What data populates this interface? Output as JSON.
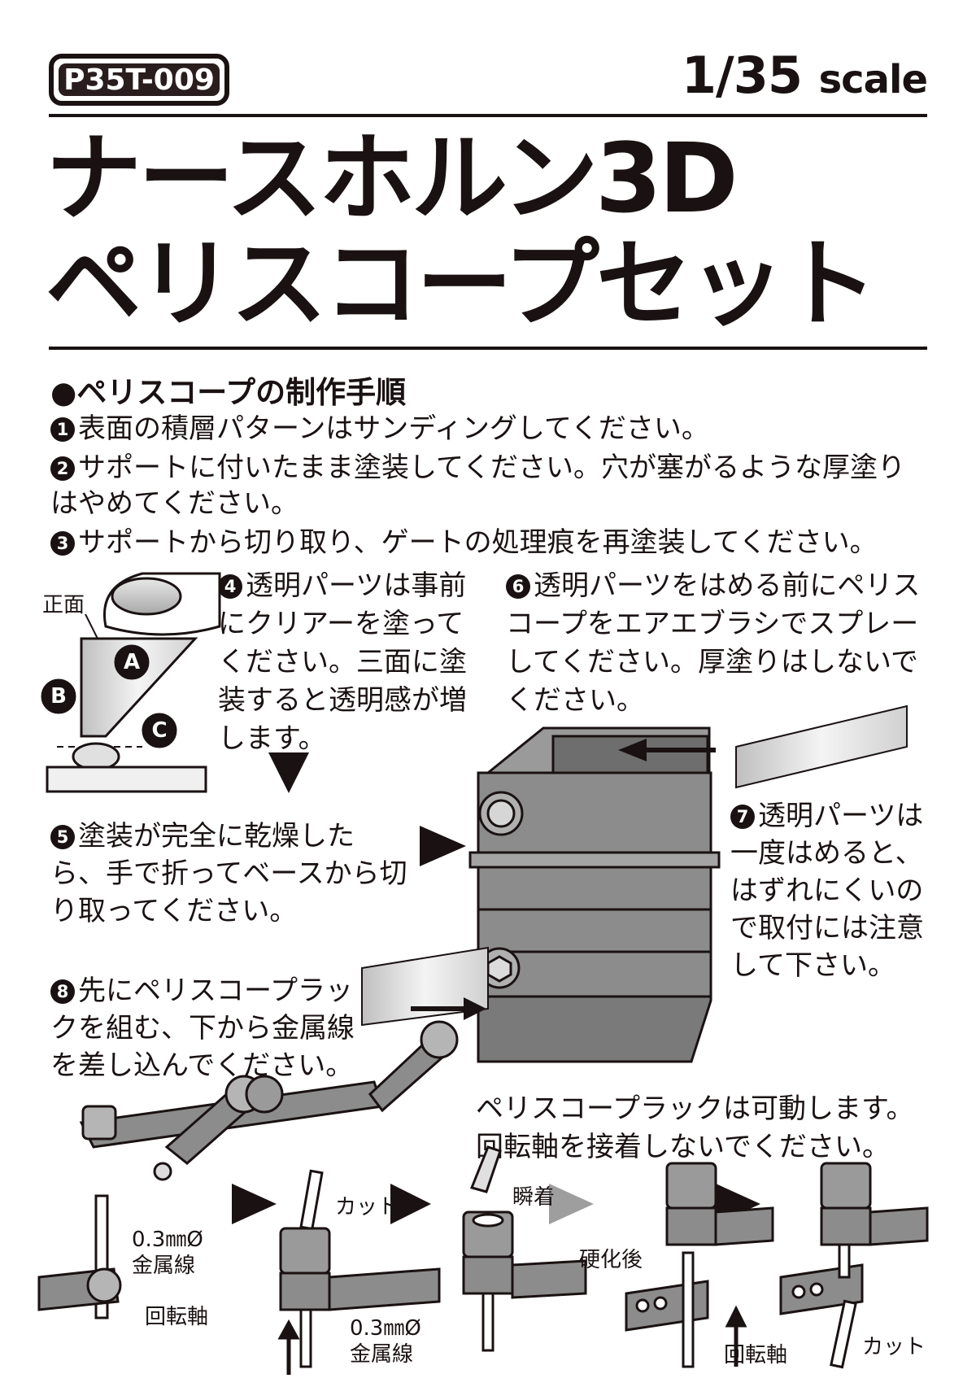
{
  "header": {
    "code": "P35T-009",
    "scale_number": "1/35",
    "scale_word": "scale",
    "title_line1": "ナースホルン3D",
    "title_line2": "ペリスコープセット"
  },
  "section_heading": "●ペリスコープの制作手順",
  "steps": [
    {
      "num": "1",
      "text": "表面の積層パターンはサンディングしてください。"
    },
    {
      "num": "2",
      "text": "サポートに付いたまま塗装してください。穴が塞がるような厚塗りはやめてください。"
    },
    {
      "num": "3",
      "text": "サポートから切り取り、ゲートの処理痕を再塗装してください。"
    },
    {
      "num": "4",
      "text": "透明パーツは事前にクリアーを塗ってください。三面に塗装すると透明感が増します。"
    },
    {
      "num": "5",
      "text": "塗装が完全に乾燥したら、手で折ってベースから切り取ってください。"
    },
    {
      "num": "6",
      "text": "透明パーツをはめる前にペリスコープをエアエブラシでスプレーしてください。厚塗りはしないでください。"
    },
    {
      "num": "7",
      "text": "透明パーツは一度はめると、はずれにくいので取付には注意して下さい。"
    },
    {
      "num": "8",
      "text": "先にペリスコープラックを組む、下から金属線を差し込んでください。"
    }
  ],
  "diagram_labels": {
    "front": "正面",
    "face_a": "A",
    "face_b": "B",
    "face_c": "C",
    "wire_size": "0.3㎜Ø",
    "wire": "金属線",
    "axis": "回転軸",
    "cut": "カット",
    "glue": "瞬着",
    "after_cure": "硬化後"
  },
  "rack_note": {
    "line1": "ペリスコープラックは可動します。",
    "line2": "回転軸を接着しないでください。"
  }
}
